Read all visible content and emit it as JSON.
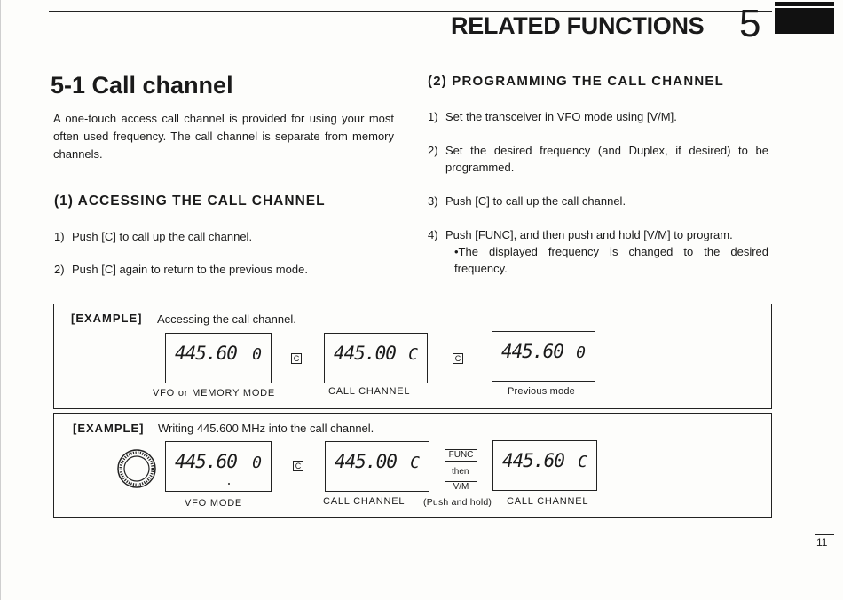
{
  "header": {
    "chapter_title": "RELATED FUNCTIONS",
    "chapter_number": "5"
  },
  "section": {
    "title": "5-1 Call channel",
    "intro": "A one-touch access call channel is provided for using your most often used frequency. The call channel is separate from memory channels."
  },
  "accessing": {
    "heading": "(1) ACCESSING THE CALL CHANNEL",
    "steps": [
      {
        "num": "1)",
        "text": "Push [C] to call up the call channel."
      },
      {
        "num": "2)",
        "text": "Push [C] again to return to the previous mode."
      }
    ]
  },
  "programming": {
    "heading": "(2) PROGRAMMING THE CALL CHANNEL",
    "steps": [
      {
        "num": "1)",
        "text": "Set the transceiver in VFO mode using [V/M]."
      },
      {
        "num": "2)",
        "text": "Set the desired frequency (and Duplex, if desired) to be programmed."
      },
      {
        "num": "3)",
        "text": "Push [C] to call up the call channel."
      },
      {
        "num": "4)",
        "text": "Push [FUNC], and then push and hold [V/M] to program.",
        "note": "•The displayed frequency is changed to the desired frequency."
      }
    ]
  },
  "example1": {
    "tag": "[EXAMPLE]",
    "text": "Accessing the call channel.",
    "displays": [
      {
        "digits": "445.60",
        "mode": "0",
        "caption": "VFO or MEMORY MODE"
      },
      {
        "digits": "445.00",
        "mode": "C",
        "caption": "CALL CHANNEL"
      },
      {
        "digits": "445.60",
        "mode": "0",
        "caption": "Previous mode"
      }
    ],
    "key": "C"
  },
  "example2": {
    "tag": "[EXAMPLE]",
    "text": "Writing 445.600 MHz into the call channel.",
    "displays": [
      {
        "digits": "445.60",
        "mode": "0",
        "caption": "VFO MODE"
      },
      {
        "digits": "445.00",
        "mode": "C",
        "caption": "CALL CHANNEL"
      },
      {
        "digits": "445.60",
        "mode": "C",
        "caption": "CALL CHANNEL"
      }
    ],
    "key": "C",
    "func_key": "FUNC",
    "then": "then",
    "vm_key": "V/M",
    "push_hold": "(Push and hold)"
  },
  "footer": {
    "page_number": "11"
  }
}
